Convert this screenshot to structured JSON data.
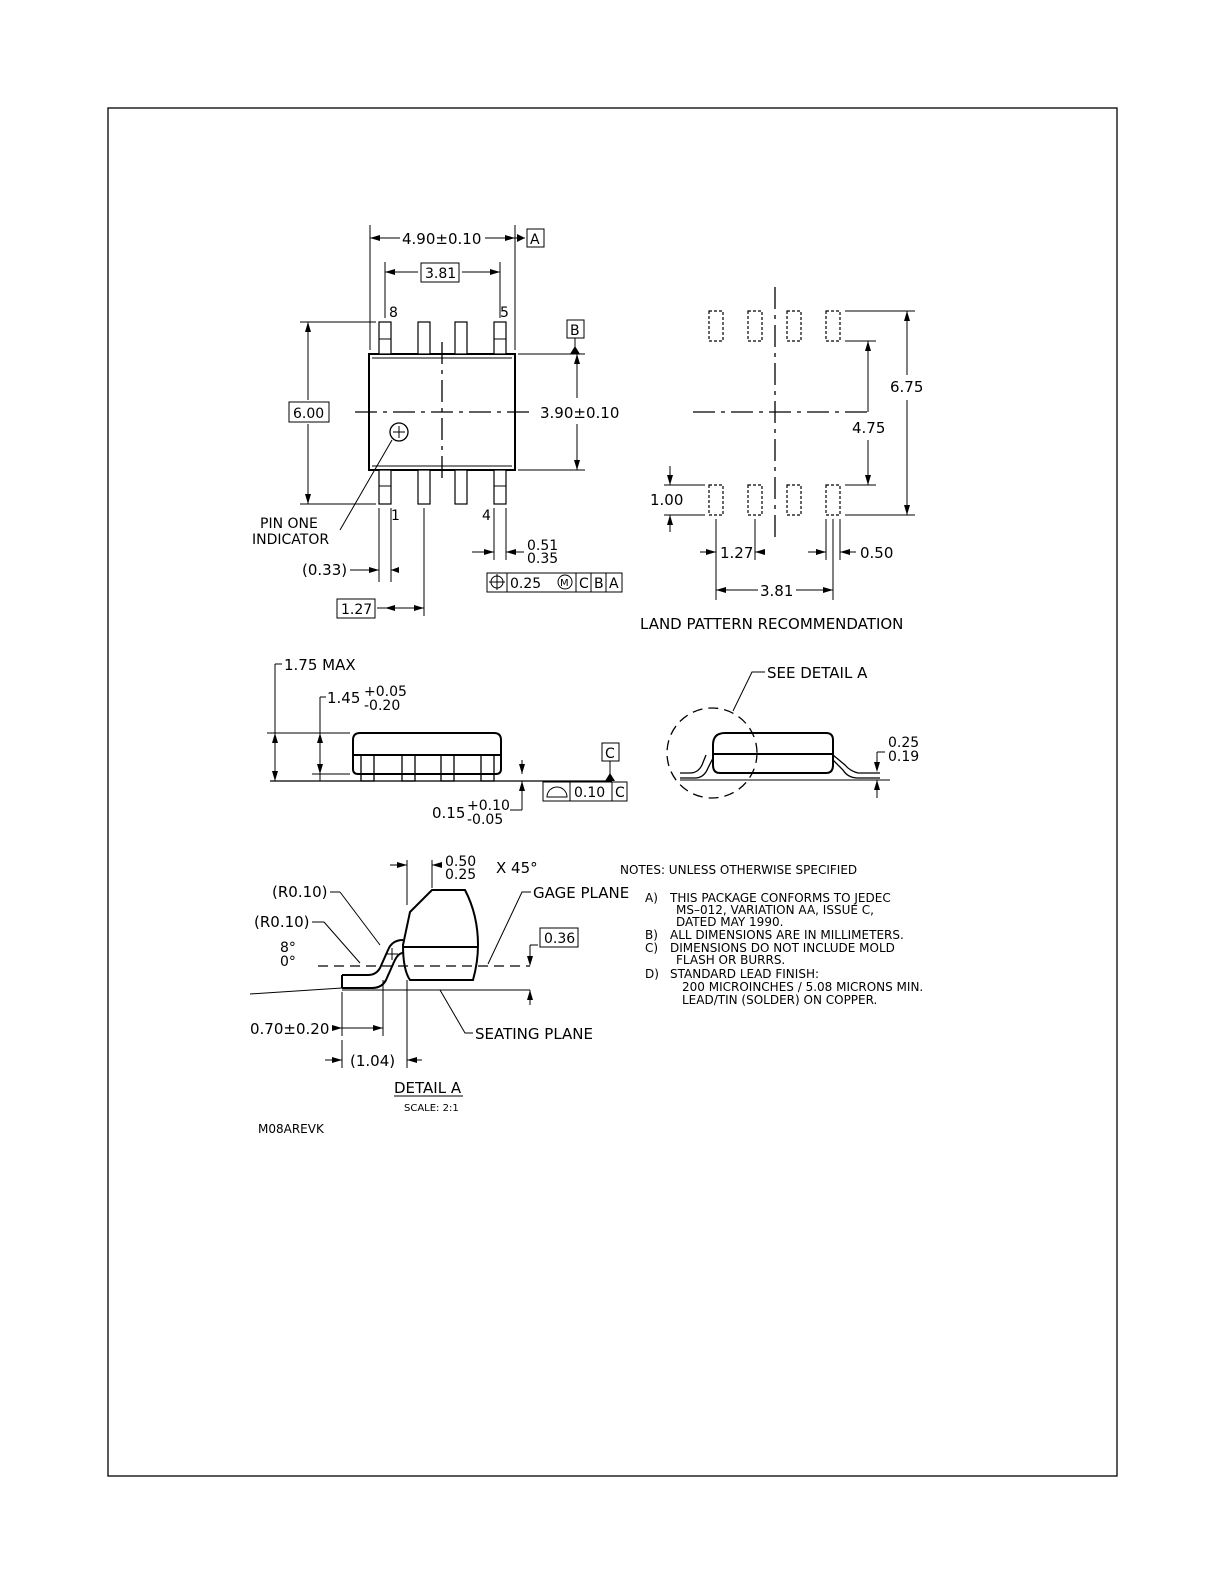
{
  "top_view": {
    "length": "4.90±0.10",
    "datum_a": "A",
    "pin_span": "3.81",
    "pin8": "8",
    "pin5": "5",
    "datum_b": "B",
    "overall_width": "6.00",
    "body_width": "3.90±0.10",
    "pin_one_label_1": "PIN ONE",
    "pin_one_label_2": "INDICATOR",
    "pin1": "1",
    "pin4": "4",
    "lead_width_max": "0.51",
    "lead_width_min": "0.35",
    "offset": "(0.33)",
    "pitch": "1.27",
    "fcf_tol": "0.25",
    "fcf_mod": "M",
    "fcf_c": "C",
    "fcf_b": "B",
    "fcf_a": "A"
  },
  "land_pattern": {
    "overall": "6.75",
    "inner": "4.75",
    "pad_length": "1.00",
    "pitch": "1.27",
    "pad_width": "0.50",
    "span": "3.81",
    "title": "LAND PATTERN RECOMMENDATION"
  },
  "side_view": {
    "max_height": "1.75 MAX",
    "body_height": "1.45",
    "body_height_plus": "+0.05",
    "body_height_minus": "-0.20",
    "datum_c": "C",
    "standoff": "0.15",
    "standoff_plus": "+0.10",
    "standoff_minus": "-0.05",
    "flatness_tol": "0.10",
    "flatness_datum": "C"
  },
  "end_view": {
    "see_detail": "SEE DETAIL A",
    "lead_thk_max": "0.25",
    "lead_thk_min": "0.19"
  },
  "detail_a": {
    "chamfer_max": "0.50",
    "chamfer_min": "0.25",
    "chamfer_angle": "X 45°",
    "radius_1": "(R0.10)",
    "radius_2": "(R0.10)",
    "gage_plane": "GAGE PLANE",
    "gage_dim": "0.36",
    "angle_max": "8°",
    "angle_min": "0°",
    "foot_length": "0.70±0.20",
    "seating_plane": "SEATING PLANE",
    "foot_ref": "(1.04)",
    "title": "DETAIL A",
    "scale": "SCALE: 2:1"
  },
  "notes": {
    "heading": "NOTES: UNLESS OTHERWISE SPECIFIED",
    "a_label": "A)",
    "a_l1": "THIS PACKAGE CONFORMS TO JEDEC",
    "a_l2": "MS–012, VARIATION AA, ISSUE C,",
    "a_l3": "DATED MAY 1990.",
    "b_label": "B)",
    "b_l1": "ALL DIMENSIONS ARE IN MILLIMETERS.",
    "c_label": "C)",
    "c_l1": "DIMENSIONS DO NOT INCLUDE MOLD",
    "c_l2": "FLASH OR BURRS.",
    "d_label": "D)",
    "d_l1": "STANDARD LEAD FINISH:",
    "d_l2": "200 MICROINCHES / 5.08 MICRONS MIN.",
    "d_l3": "LEAD/TIN (SOLDER) ON COPPER."
  },
  "drawing_id": "M08AREVK"
}
